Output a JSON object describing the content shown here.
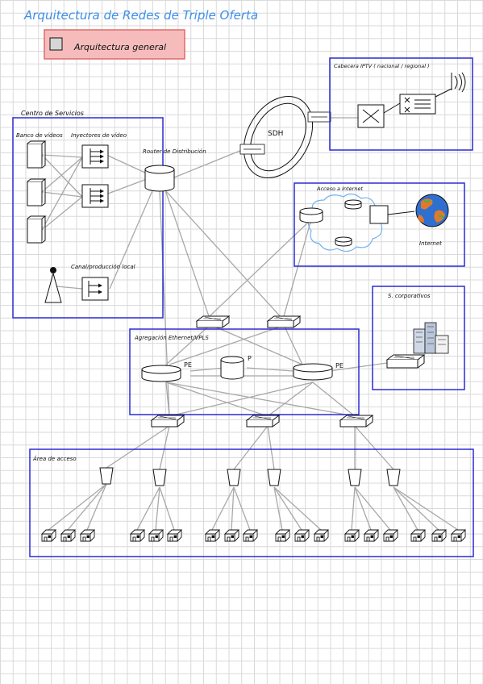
{
  "title": "Arquitectura de Redes de Triple Oferta",
  "legend": {
    "label": "Arquitectura general"
  },
  "colors": {
    "title": "#3d8fe8",
    "legend_fill": "#f6bcbc",
    "legend_border": "#e06a6a",
    "frame": "#2b2bd6",
    "link": "#a8a8a8",
    "globe_ocean": "#2f6fd0",
    "globe_land": "#e07a2a",
    "cloud": "#6fb3f0"
  },
  "services": {
    "title": "Centro de Servicios",
    "video_bank": "Banco de vídeos",
    "video_injectors": "Inyectores de vídeo",
    "local_capture": "Canal/producción local",
    "distribution_router": "Router de Distribución"
  },
  "sdh": {
    "label": "SDH"
  },
  "headend": {
    "title": "Cabecera IPTV ( nacional / regional )"
  },
  "internet_access": {
    "title": "Acceso a Internet",
    "internet_label": "Internet"
  },
  "corporate": {
    "title": "S. corporativos"
  },
  "aggregation": {
    "title": "Agregación Ethernet/VPLS",
    "pe_left": "PE",
    "pe_right": "PE",
    "p_label": "P"
  },
  "access_area": {
    "title": "Área de acceso"
  }
}
